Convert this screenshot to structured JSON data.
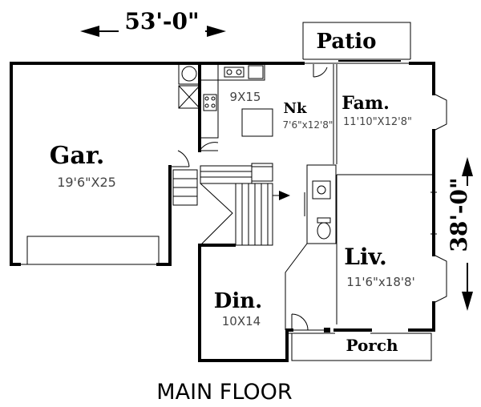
{
  "dimensions": {
    "width_label": "53'-0\"",
    "depth_label": "38'-0\""
  },
  "rooms": {
    "patio": {
      "name": "Patio"
    },
    "garage": {
      "name": "Gar.",
      "size": "19'6\"X25"
    },
    "kitchen": {
      "size": "9X15"
    },
    "nook": {
      "name": "Nk",
      "size": "7'6\"x12'8\""
    },
    "family": {
      "name": "Fam.",
      "size": "11'10\"X12'8\""
    },
    "living": {
      "name": "Liv.",
      "size": "11'6\"x18'8'"
    },
    "dining": {
      "name": "Din.",
      "size": "10X14"
    },
    "porch": {
      "name": "Porch"
    }
  },
  "floor_title": "MAIN FLOOR"
}
